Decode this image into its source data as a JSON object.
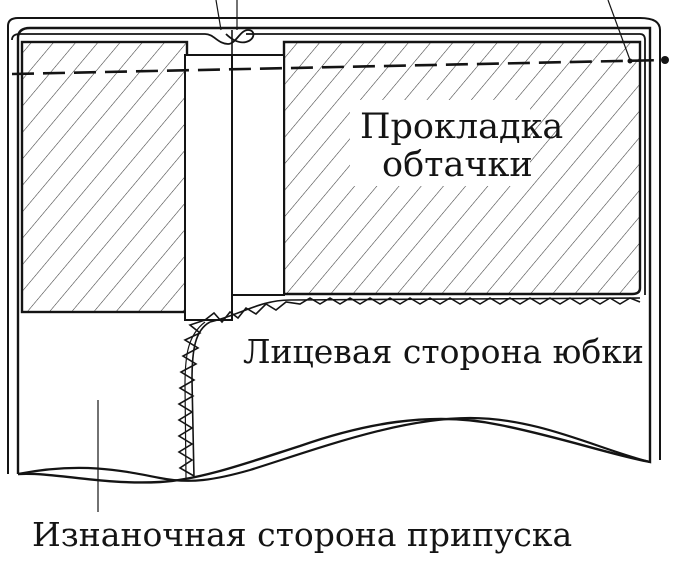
{
  "labels": {
    "interfacing_line1": "Прокладка",
    "interfacing_line2": "обтачки",
    "skirt_right_side": "Лицевая сторона юбки",
    "allowance_wrong_side": "Изнаночная сторона припуска"
  },
  "colors": {
    "ink": "#141414",
    "background": "#ffffff",
    "hatch": "#3a3a3a"
  }
}
